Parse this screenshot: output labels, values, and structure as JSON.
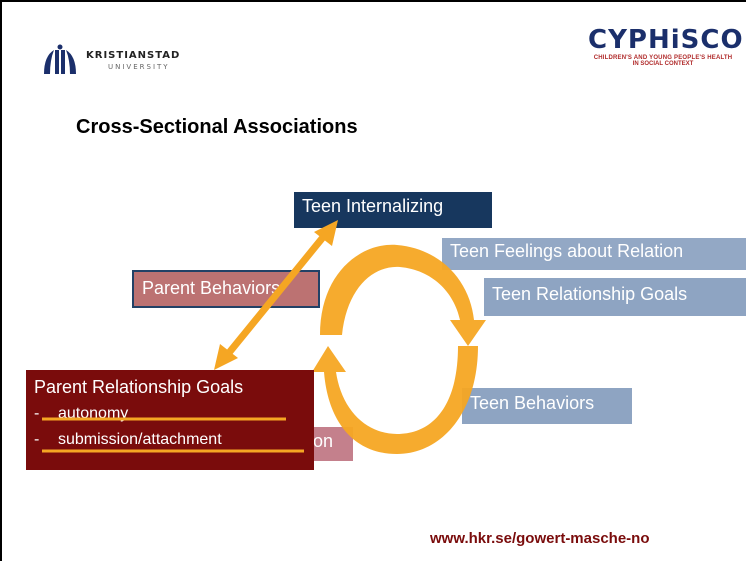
{
  "header": {
    "left_logo": {
      "name": "KRISTIANSTAD",
      "sub": "UNIVERSITY",
      "icon": "kristianstad-logo-icon"
    },
    "right_logo": {
      "name": "CYPHiSCO",
      "sub1": "CHILDREN'S AND YOUNG PEOPLE'S HEALTH",
      "sub2": "IN SOCIAL CONTEXT",
      "icon": "cyphisco-logo-icon"
    }
  },
  "title": "Cross-Sectional Associations",
  "diagram": {
    "teen_internalizing": "Teen Internalizing",
    "teen_feelings": "Teen Feelings about Relation",
    "teen_goals": "Teen Relationship Goals",
    "parent_behaviors": "Parent Behaviors",
    "teen_behaviors": "Teen Behaviors",
    "hidden_label_fragment": "on",
    "parent_goals": {
      "title": "Parent Relationship Goals",
      "items": [
        {
          "dash": "-",
          "text": "autonomy"
        },
        {
          "dash": "-",
          "text": "submission/attachment"
        }
      ]
    },
    "colors": {
      "navy": "#17375e",
      "steel": "#8ea4c2",
      "maroon": "#7a0c0c",
      "rose": "#b96b6b",
      "orange": "#f5a623"
    }
  },
  "footer": {
    "url": "www.hkr.se/gowert-masche-no"
  }
}
